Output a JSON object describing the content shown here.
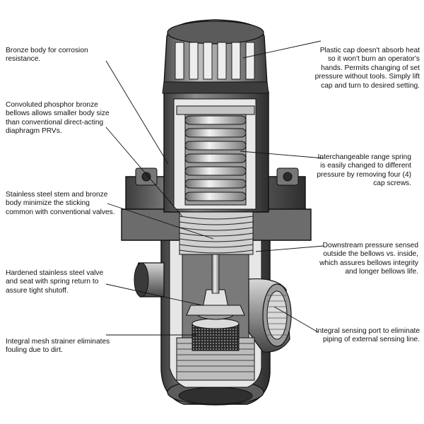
{
  "colors": {
    "ink": "#111111",
    "dark_metal": "#5a5a5a",
    "mid_metal": "#8c8c8c",
    "light_metal": "#c8c8c8",
    "cut_face": "#e6e6e6",
    "background": "#ffffff"
  },
  "callouts": {
    "bronze_body": [
      "Bronze body for corrosion",
      "resistance."
    ],
    "bellows": [
      "Convoluted phosphor bronze",
      "bellows allows smaller body size",
      "than conventional direct-acting",
      "diaphragm PRVs."
    ],
    "stem": [
      "Stainless steel stem and bronze",
      "body minimize the sticking",
      "common with conventional valves."
    ],
    "valve_seat": [
      "Hardened stainless steel valve",
      "and seat with spring return to",
      "assure tight shutoff."
    ],
    "strainer": [
      "Integral mesh strainer eliminates",
      "fouling due to dirt."
    ],
    "cap": [
      "Plastic cap doesn't absorb heat",
      "so it won't burn an operator's",
      "hands. Permits changing of set",
      "pressure without tools. Simply lift",
      "cap and turn to desired setting."
    ],
    "spring": [
      "Interchangeable range spring",
      "is easily changed to different",
      "pressure by removing four (4)",
      "cap screws."
    ],
    "downstream": [
      "Downstream pressure sensed",
      "outside the bellows vs. inside,",
      "which assures bellows integrity",
      "and longer bellows life."
    ],
    "sensing_port": [
      "Integral sensing port to eliminate",
      "piping of external sensing line."
    ]
  }
}
